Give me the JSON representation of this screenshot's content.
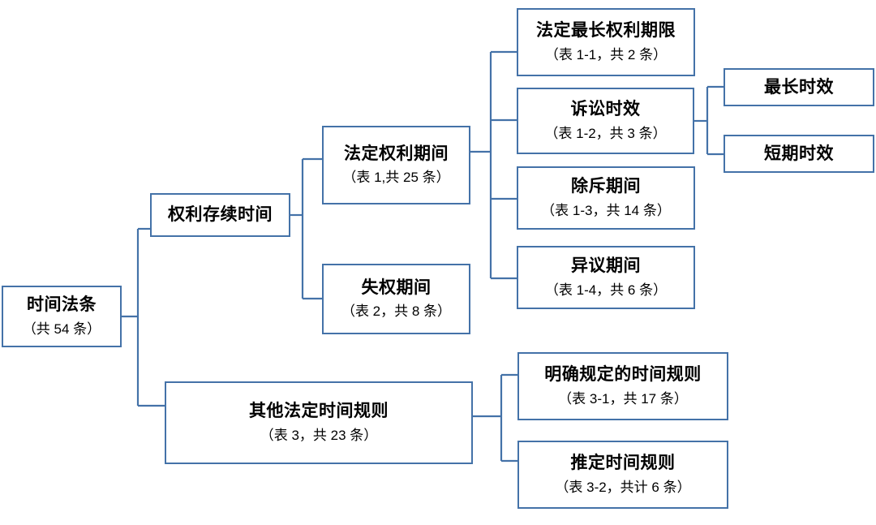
{
  "diagram": {
    "type": "hierarchy-tree",
    "orientation": "left-to-right",
    "accent_color": "#4472a8",
    "background_color": "#ffffff",
    "text_color": "#000000"
  },
  "nodes": {
    "root": {
      "title": "时间法条",
      "sub": "（共 54 条）"
    },
    "duration": {
      "title": "权利存续时间",
      "sub": ""
    },
    "other_rules": {
      "title": "其他法定时间规则",
      "sub": "（表 3，共 23 条）"
    },
    "statutory_period": {
      "title": "法定权利期间",
      "sub": "（表 1,共 25 条）"
    },
    "forfeiture_period": {
      "title": "失权期间",
      "sub": "（表 2，共 8 条）"
    },
    "max_right_term": {
      "title": "法定最长权利期限",
      "sub": "（表 1-1，共 2 条）"
    },
    "limitation_of_action": {
      "title": "诉讼时效",
      "sub": "（表 1-2，共 3 条）"
    },
    "exclusion_period": {
      "title": "除斥期间",
      "sub": "（表 1-3，共 14 条）"
    },
    "objection_period": {
      "title": "异议期间",
      "sub": "（表 1-4，共 6 条）"
    },
    "longest_limitation": {
      "title": "最长时效",
      "sub": ""
    },
    "short_limitation": {
      "title": "短期时效",
      "sub": ""
    },
    "explicit_time_rules": {
      "title": "明确规定的时间规则",
      "sub": "（表 3-1，共 17 条）"
    },
    "presumed_time_rules": {
      "title": "推定时间规则",
      "sub": "（表 3-2，共计 6 条）"
    }
  }
}
